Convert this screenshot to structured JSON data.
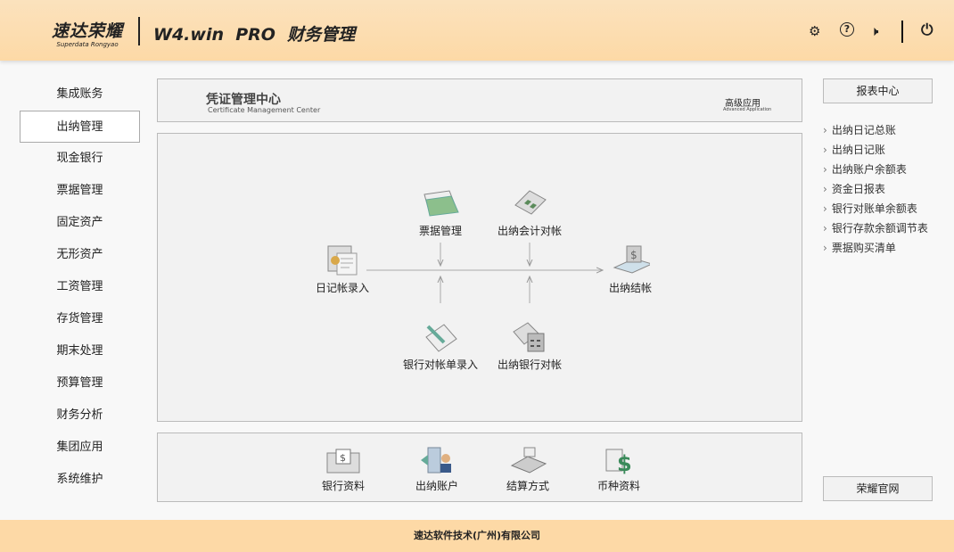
{
  "header": {
    "logo_cn": "速达荣耀",
    "logo_en": "Superdata Rongyao",
    "title": "W4.win  PRO  财务管理",
    "icons": [
      "gear-icon",
      "help-icon",
      "speaker-icon",
      "power-icon"
    ]
  },
  "sidebar": {
    "items": [
      "集成账务",
      "出纳管理",
      "现金银行",
      "票据管理",
      "固定资产",
      "无形资产",
      "工资管理",
      "存货管理",
      "期末处理",
      "预算管理",
      "财务分析",
      "集团应用",
      "系统维护"
    ],
    "active": 1
  },
  "banner": {
    "title": "凭证管理中心",
    "subtitle": "Certificate Management Center",
    "adv_title": "高级应用",
    "adv_subtitle": "Advanced Application"
  },
  "flow": {
    "journal_entry": "日记帐录入",
    "bills": "票据管理",
    "cashier_accounting_reconcile": "出纳会计对帐",
    "closing": "出纳结帐",
    "bank_statement_entry": "银行对帐单录入",
    "cashier_bank_reconcile": "出纳银行对帐"
  },
  "bottom": {
    "bank_info": "银行资料",
    "cashier_account": "出纳账户",
    "settlement": "结算方式",
    "currency": "币种资料"
  },
  "right": {
    "report_center": "报表中心",
    "reports": [
      "出纳日记总账",
      "出纳日记账",
      "出纳账户余额表",
      "资金日报表",
      "银行对账单余额表",
      "银行存款余额调节表",
      "票据购买清单"
    ],
    "website": "荣耀官网"
  },
  "footer": {
    "text": "速达软件技术(广州)有限公司"
  }
}
